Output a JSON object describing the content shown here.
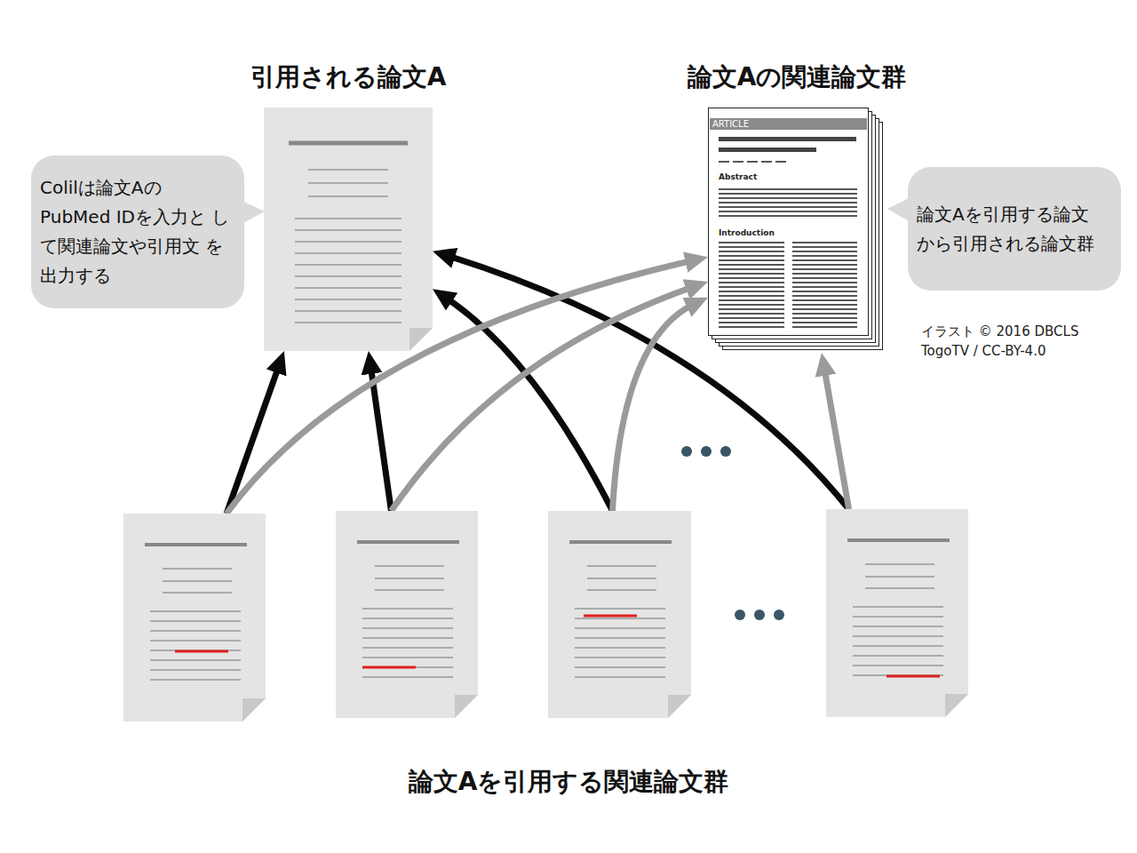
{
  "diagram": {
    "nodes": [
      {
        "text": [
          "引用される論文A"
        ]
      },
      {
        "text": [
          "論文Aの関連論文群",
          "ARTICLE",
          "Abstract",
          "Introduction"
        ]
      },
      {
        "text": [
          "Colilは論文Aの PubMed IDを入力と して関連論文や引用文 を出力する"
        ]
      },
      {
        "text": [
          "論文Aを引用する論文 から引用される論文群"
        ]
      },
      {
        "text": [
          "論文Aを引用する関連論文群"
        ]
      },
      {
        "text": [],
        "in": 4
      },
      {
        "text": [],
        "in": 4
      },
      {
        "text": [],
        "in": 4
      },
      {
        "text": [],
        "in": 4
      }
    ],
    "edges": [
      {
        "from": 5,
        "to": 0,
        "arrow": "to"
      },
      {
        "from": 6,
        "to": 0,
        "arrow": "to"
      },
      {
        "from": 7,
        "to": 0,
        "arrow": "to"
      },
      {
        "from": 8,
        "to": 0,
        "arrow": "to"
      },
      {
        "from": 5,
        "to": 1,
        "arrow": "to"
      },
      {
        "from": 6,
        "to": 1,
        "arrow": "to"
      },
      {
        "from": 7,
        "to": 1,
        "arrow": "to"
      },
      {
        "from": 8,
        "to": 1,
        "arrow": "to"
      }
    ],
    "labels": [
      "イラスト © 2016 DBCLS TogoTV / CC-BY-4.0"
    ]
  }
}
